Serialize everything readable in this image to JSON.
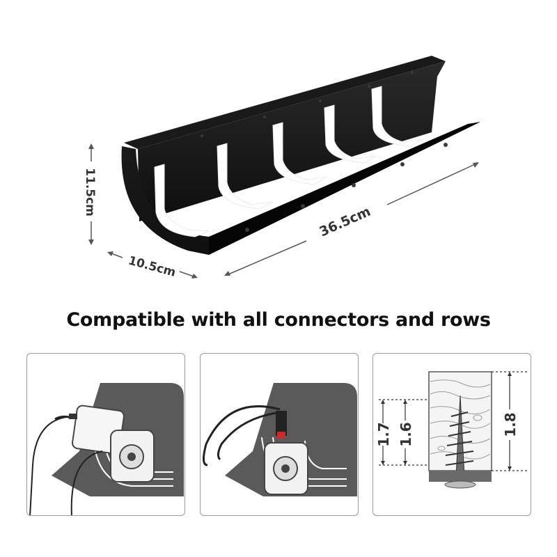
{
  "dimensions": {
    "length": "36.5cm",
    "height": "11.5cm",
    "depth": "10.5cm"
  },
  "headline": "Compatible with all connectors and rows",
  "panels": {
    "screw_measurements": {
      "left_outer": "1.7",
      "left_inner": "1.6",
      "right": "1.8"
    }
  },
  "colors": {
    "tray": "#161616",
    "slot": "#ffffff",
    "panel_border": "#9a9a9a",
    "illustration": "#5a5a5a"
  },
  "icons": [
    "cable-tray",
    "power-adapter",
    "power-strip-socket",
    "screw-icon",
    "wood-block"
  ]
}
